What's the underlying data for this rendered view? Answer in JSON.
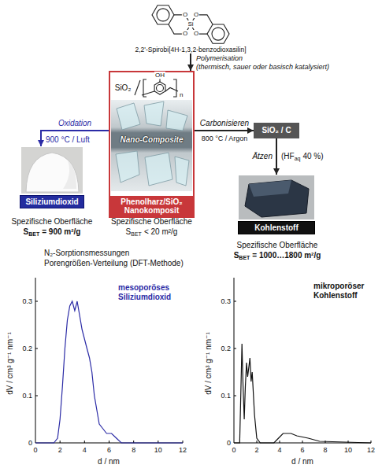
{
  "diagram": {
    "nodes": [
      {
        "text": [
          "2,2'-Spirobi[4H-1,3,2-benzodioxasilin]"
        ]
      },
      {
        "text": [
          "Phenolharz/SiO₂ Nanokomposit"
        ]
      },
      {
        "text": [
          "Siliziumdioxid"
        ]
      },
      {
        "text": [
          "SiO₂ / C"
        ]
      },
      {
        "text": [
          "Kohlenstoff"
        ]
      }
    ],
    "edges": [
      {
        "from": 0,
        "to": 1,
        "label": "Polymerisation",
        "arrow": "to"
      },
      {
        "from": 1,
        "to": 2,
        "label": "Oxidation",
        "arrow": "to"
      },
      {
        "from": 1,
        "to": 3,
        "label": "Carbonisieren",
        "arrow": "to"
      },
      {
        "from": 3,
        "to": 4,
        "label": "Ätzen",
        "arrow": "to"
      }
    ],
    "labels": [
      "O",
      "O",
      "Si",
      "O",
      "O",
      "SiO₂",
      "OH",
      "n",
      "Nano-Composite",
      "900 °C / Luft",
      "800 °C / Argon",
      "(HF",
      "aq",
      "40 %)",
      "Spezifische Oberfläche",
      "S",
      "BET",
      "< 20 m²/g",
      "Spezifische Oberfläche",
      "S",
      "BET",
      "= 900 m²/g",
      "N₂-Sorptionsmessungen",
      "Porengrößen-Verteilung (DFT-Methode)",
      "Spezifische Oberfläche",
      "S",
      "BET",
      "= 1000…1800 m²/g",
      "mesoporöses Siliziumdioxid",
      "mikroporöser Kohlenstoff",
      "0.3",
      "0.2",
      "0.1",
      "0",
      "0",
      "2",
      "4",
      "6",
      "8",
      "10",
      "12",
      "dV / cm³ g⁻¹ nm⁻¹",
      "d / nm",
      "0.3",
      "0.2",
      "0.1",
      "0",
      "0",
      "2",
      "4",
      "6",
      "8",
      "10",
      "12",
      "dV / cm³ g⁻¹ nm⁻¹",
      "d / nm",
      "(thermisch, sauer oder basisch katalysiert)"
    ]
  }
}
